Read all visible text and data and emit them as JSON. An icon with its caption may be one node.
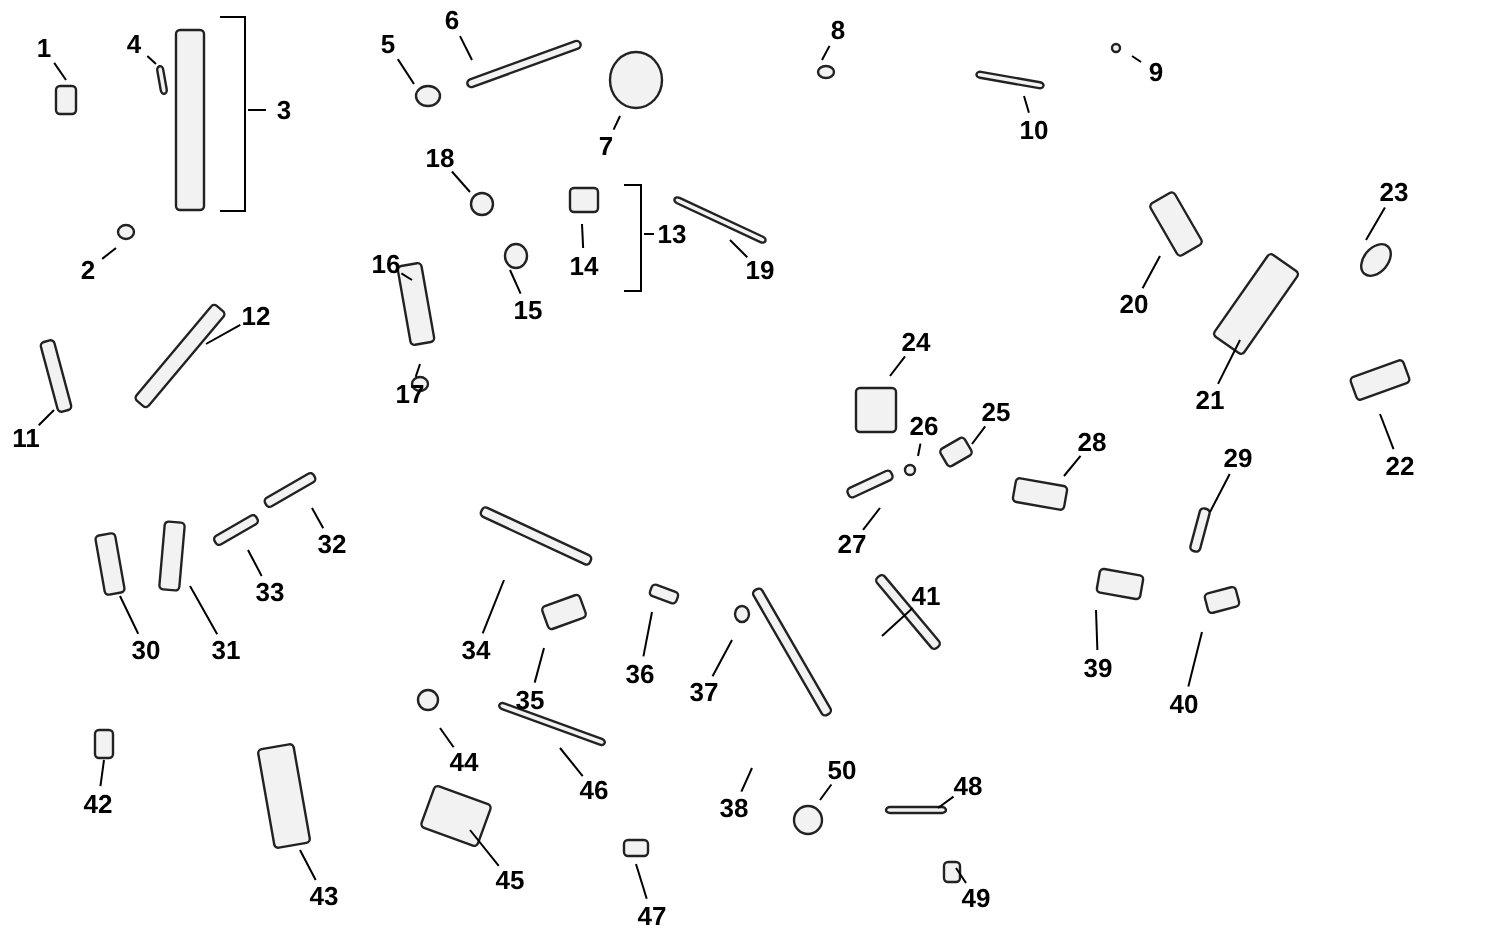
{
  "diagram": {
    "nodes": [
      {
        "text": [
          "1"
        ]
      },
      {
        "text": [
          "2"
        ]
      },
      {
        "text": [
          "3"
        ]
      },
      {
        "text": [
          "4"
        ]
      },
      {
        "text": [
          "5"
        ]
      },
      {
        "text": [
          "6"
        ]
      },
      {
        "text": [
          "7"
        ]
      },
      {
        "text": [
          "8"
        ]
      },
      {
        "text": [
          "9"
        ]
      },
      {
        "text": [
          "10"
        ]
      },
      {
        "text": [
          "11"
        ]
      },
      {
        "text": [
          "12"
        ]
      },
      {
        "text": [
          "13"
        ]
      },
      {
        "text": [
          "14"
        ]
      },
      {
        "text": [
          "15"
        ]
      },
      {
        "text": [
          "16"
        ]
      },
      {
        "text": [
          "17"
        ]
      },
      {
        "text": [
          "18"
        ]
      },
      {
        "text": [
          "19"
        ]
      },
      {
        "text": [
          "20"
        ]
      },
      {
        "text": [
          "21"
        ]
      },
      {
        "text": [
          "22"
        ]
      },
      {
        "text": [
          "23"
        ]
      },
      {
        "text": [
          "24"
        ]
      },
      {
        "text": [
          "25"
        ]
      },
      {
        "text": [
          "26"
        ]
      },
      {
        "text": [
          "27"
        ]
      },
      {
        "text": [
          "28"
        ]
      },
      {
        "text": [
          "29"
        ]
      },
      {
        "text": [
          "30"
        ]
      },
      {
        "text": [
          "31"
        ]
      },
      {
        "text": [
          "32"
        ]
      },
      {
        "text": [
          "33"
        ]
      },
      {
        "text": [
          "34"
        ]
      },
      {
        "text": [
          "35"
        ]
      },
      {
        "text": [
          "36"
        ]
      },
      {
        "text": [
          "37"
        ]
      },
      {
        "text": [
          "38"
        ]
      },
      {
        "text": [
          "39"
        ]
      },
      {
        "text": [
          "40"
        ]
      },
      {
        "text": [
          "41"
        ]
      },
      {
        "text": [
          "42"
        ]
      },
      {
        "text": [
          "43"
        ]
      },
      {
        "text": [
          "44"
        ]
      },
      {
        "text": [
          "45"
        ]
      },
      {
        "text": [
          "46"
        ]
      },
      {
        "text": [
          "47"
        ]
      },
      {
        "text": [
          "48"
        ]
      },
      {
        "text": [
          "49"
        ]
      },
      {
        "text": [
          "50"
        ]
      },
      {
        "text": [],
        "shape": "bracket"
      },
      {
        "text": [],
        "shape": "bracket"
      }
    ],
    "edges": [
      {
        "from": 0,
        "to": null,
        "arrow": "none"
      },
      {
        "from": 1,
        "to": null,
        "arrow": "none"
      },
      {
        "from": 2,
        "to": 50,
        "arrow": "none"
      },
      {
        "from": 3,
        "to": null,
        "arrow": "none"
      },
      {
        "from": 4,
        "to": null,
        "arrow": "none"
      },
      {
        "from": 5,
        "to": null,
        "arrow": "none"
      },
      {
        "from": 6,
        "to": null,
        "arrow": "none"
      },
      {
        "from": 7,
        "to": null,
        "arrow": "none"
      },
      {
        "from": 8,
        "to": null,
        "arrow": "none"
      },
      {
        "from": 9,
        "to": null,
        "arrow": "none"
      },
      {
        "from": 10,
        "to": null,
        "arrow": "none"
      },
      {
        "from": 11,
        "to": null,
        "arrow": "none"
      },
      {
        "from": 12,
        "to": 51,
        "arrow": "none"
      },
      {
        "from": 13,
        "to": null,
        "arrow": "none"
      },
      {
        "from": 14,
        "to": null,
        "arrow": "none"
      },
      {
        "from": 15,
        "to": null,
        "arrow": "none"
      },
      {
        "from": 16,
        "to": null,
        "arrow": "none"
      },
      {
        "from": 17,
        "to": null,
        "arrow": "none"
      },
      {
        "from": 18,
        "to": null,
        "arrow": "none"
      },
      {
        "from": 19,
        "to": null,
        "arrow": "none"
      },
      {
        "from": 20,
        "to": null,
        "arrow": "none"
      },
      {
        "from": 21,
        "to": null,
        "arrow": "none"
      },
      {
        "from": 22,
        "to": null,
        "arrow": "none"
      },
      {
        "from": 23,
        "to": null,
        "arrow": "none"
      },
      {
        "from": 24,
        "to": null,
        "arrow": "none"
      },
      {
        "from": 25,
        "to": null,
        "arrow": "none"
      },
      {
        "from": 26,
        "to": null,
        "arrow": "none"
      },
      {
        "from": 27,
        "to": null,
        "arrow": "none"
      },
      {
        "from": 28,
        "to": null,
        "arrow": "none"
      },
      {
        "from": 29,
        "to": null,
        "arrow": "none"
      },
      {
        "from": 30,
        "to": null,
        "arrow": "none"
      },
      {
        "from": 31,
        "to": null,
        "arrow": "none"
      },
      {
        "from": 32,
        "to": null,
        "arrow": "none"
      },
      {
        "from": 33,
        "to": null,
        "arrow": "none"
      },
      {
        "from": 34,
        "to": null,
        "arrow": "none"
      },
      {
        "from": 35,
        "to": null,
        "arrow": "none"
      },
      {
        "from": 36,
        "to": null,
        "arrow": "none"
      },
      {
        "from": 37,
        "to": null,
        "arrow": "none"
      },
      {
        "from": 38,
        "to": null,
        "arrow": "none"
      },
      {
        "from": 39,
        "to": null,
        "arrow": "none"
      },
      {
        "from": 40,
        "to": null,
        "arrow": "none"
      },
      {
        "from": 41,
        "to": null,
        "arrow": "none"
      },
      {
        "from": 42,
        "to": null,
        "arrow": "none"
      },
      {
        "from": 43,
        "to": null,
        "arrow": "none"
      },
      {
        "from": 44,
        "to": null,
        "arrow": "none"
      },
      {
        "from": 45,
        "to": null,
        "arrow": "none"
      },
      {
        "from": 46,
        "to": null,
        "arrow": "none"
      },
      {
        "from": 47,
        "to": null,
        "arrow": "none"
      },
      {
        "from": 48,
        "to": null,
        "arrow": "none"
      },
      {
        "from": 49,
        "to": null,
        "arrow": "none"
      }
    ]
  }
}
